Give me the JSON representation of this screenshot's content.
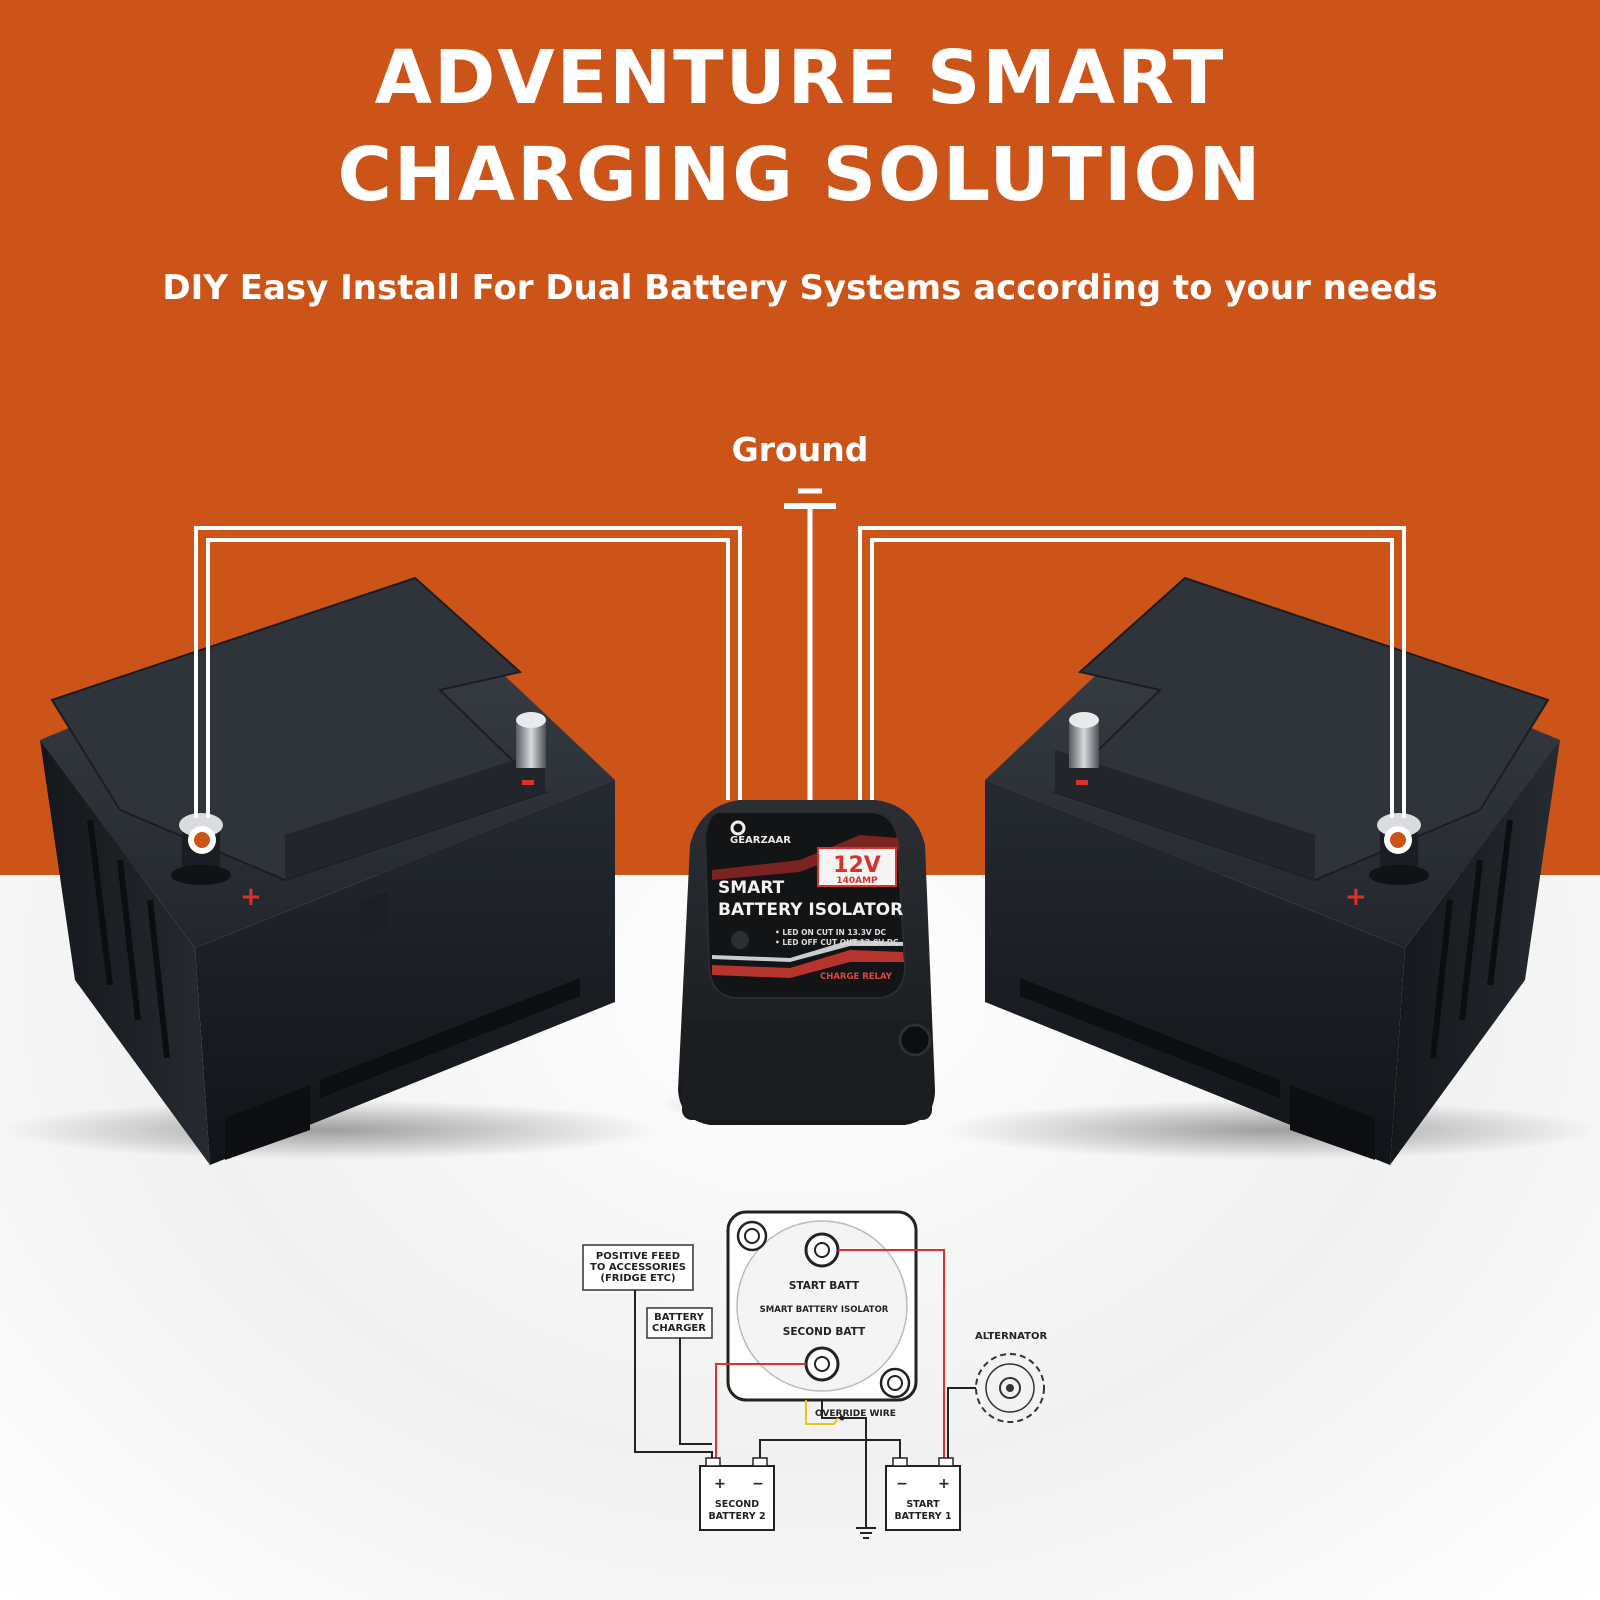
{
  "header": {
    "title_line1": "ADVENTURE SMART",
    "title_line2": "CHARGING SOLUTION",
    "subtitle": "DIY Easy Install For Dual Battery Systems according to your needs"
  },
  "ground_label": "Ground",
  "isolator": {
    "brand": "GEARZAAR",
    "voltage": "12V",
    "amperage": "140AMP",
    "name_line1": "SMART",
    "name_line2": "BATTERY ISOLATOR",
    "spec1": "• LED ON CUT IN 13.3V DC",
    "spec2": "• LED OFF CUT OUT 12.8V DC",
    "relay": "CHARGE RELAY"
  },
  "battery_terminal_symbol": "+",
  "wiring": {
    "positive_feed_line1": "POSITIVE FEED",
    "positive_feed_line2": "TO ACCESSORIES",
    "positive_feed_line3": "(FRIDGE ETC)",
    "charger_line1": "BATTERY",
    "charger_line2": "CHARGER",
    "start_batt": "START BATT",
    "isolator_label": "SMART BATTERY ISOLATOR",
    "second_batt": "SECOND BATT",
    "alternator": "ALTERNATOR",
    "override_wire": "OVERRIDE WIRE",
    "second_battery_line1": "SECOND",
    "second_battery_line2": "BATTERY 2",
    "start_battery_line1": "START",
    "start_battery_line2": "BATTERY 1"
  },
  "colors": {
    "brand_orange": "#cc5418",
    "battery_body": "#1c2026",
    "wire_white": "#ffffff",
    "accent_red": "#d6332c"
  }
}
